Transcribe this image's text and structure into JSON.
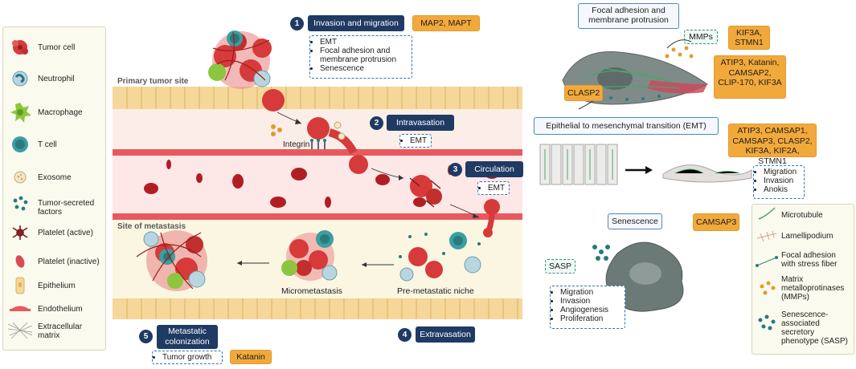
{
  "legend_left": [
    {
      "label": "Tumor cell",
      "icon": "tumor-cell-icon"
    },
    {
      "label": "Neutrophil",
      "icon": "neutrophil-icon"
    },
    {
      "label": "Macrophage",
      "icon": "macrophage-icon"
    },
    {
      "label": "T cell",
      "icon": "t-cell-icon"
    },
    {
      "label": "Exosome",
      "icon": "exosome-icon"
    },
    {
      "label": "Tumor-secreted factors",
      "icon": "tumor-secreted-factors-icon"
    },
    {
      "label": "Platelet (active)",
      "icon": "platelet-active-icon"
    },
    {
      "label": "Platelet (inactive)",
      "icon": "platelet-inactive-icon"
    },
    {
      "label": "Epithelium",
      "icon": "epithelium-icon"
    },
    {
      "label": "Endothelium",
      "icon": "endothelium-icon"
    },
    {
      "label": "Extracellular matrix",
      "icon": "extracellular-matrix-icon"
    }
  ],
  "legend_right": [
    {
      "label": "Microtubule",
      "icon": "microtubule-icon"
    },
    {
      "label": "Lamellipodium",
      "icon": "lamellipodium-icon"
    },
    {
      "label": "Focal adhesion with stress fiber",
      "icon": "focal-adhesion-icon"
    },
    {
      "label": "Matrix metalloprotinases (MMPs)",
      "icon": "mmp-icon"
    },
    {
      "label": "Senescence-associated secretory phenotype (SASP)",
      "icon": "sasp-icon"
    }
  ],
  "sites": {
    "primary": "Primary tumor site",
    "metastasis": "Site of metastasis"
  },
  "steps": [
    {
      "num": "1",
      "label": "Invasion and migration",
      "genes": "MAP2, MAPT",
      "bullets": [
        "EMT",
        "Focal adhesion and membrane protrusion",
        "Senescence"
      ]
    },
    {
      "num": "2",
      "label": "Intravasation",
      "bullets": [
        "EMT"
      ]
    },
    {
      "num": "3",
      "label": "Circulation",
      "bullets": [
        "EMT"
      ]
    },
    {
      "num": "4",
      "label": "Extravasation"
    },
    {
      "num": "5",
      "label": "Metastatic colonization",
      "bullets": [
        "Tumor growth"
      ],
      "genes": "Katanin"
    }
  ],
  "labels": {
    "integrin": "Integrin",
    "micrometastasis": "Micrometastasis",
    "premetastatic": "Pre-metastatic niche"
  },
  "focal": {
    "title": "Focal adhesion and membrane protrusion",
    "mmps": "MMPs",
    "genes_top": "KIF3A, STMN1",
    "genes_right": "ATIP3, Katanin, CAMSAP2, CLIP-170, KIF3A",
    "genes_left": "CLASP2"
  },
  "emt": {
    "title": "Epithelial to mesenchymal transition (EMT)",
    "genes": "ATIP3, CAMSAP1, CAMSAP3, CLASP2, KIF3A, KIF2A, STMN1",
    "bullets": [
      "Migration",
      "Invasion",
      "Anokis"
    ]
  },
  "senescence": {
    "title": "Senescence",
    "genes": "CAMSAP3",
    "sasp": "SASP",
    "bullets": [
      "Migration",
      "Invasion",
      "Angiogenesis",
      "Proliferation"
    ]
  },
  "colors": {
    "navy": "#1f3a63",
    "gene": "#f2a93b",
    "tumor": "#d63a3a",
    "vessel": "#e8595f",
    "epithelium": "#f6d79a"
  }
}
